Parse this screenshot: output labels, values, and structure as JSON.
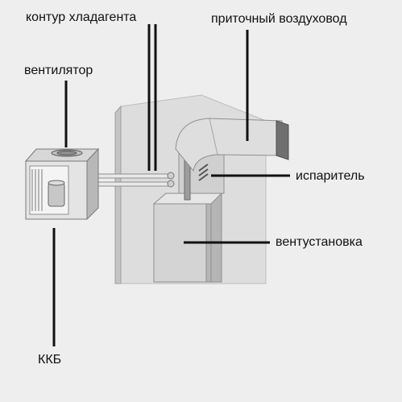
{
  "labels": {
    "refrigerant_circuit": "контур хладагента",
    "supply_duct": "приточный воздуховод",
    "fan": "вентилятор",
    "evaporator": "испаритель",
    "ventilation_unit": "вентустановка",
    "kkb": "ККБ"
  },
  "colors": {
    "background": "#eeeeee",
    "leader_line": "#111111",
    "wall": "#d9d9d9",
    "equipment_light": "#e3e3e3",
    "equipment_mid": "#c9c9c9",
    "equipment_dark": "#a9a9a9"
  }
}
